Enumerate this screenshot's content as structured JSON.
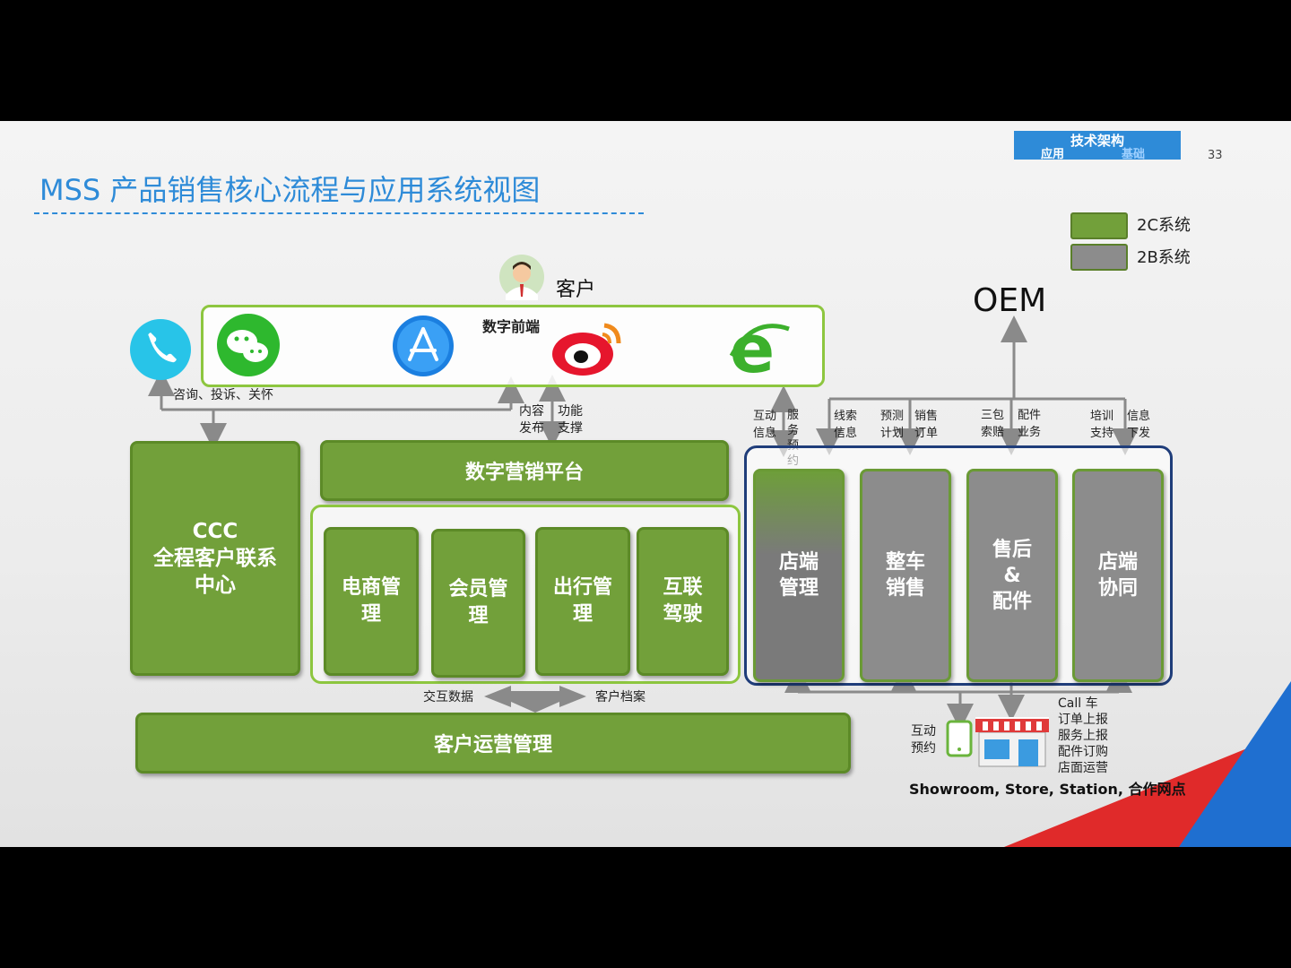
{
  "slide": {
    "title": "MSS 产品销售核心流程与应用系统视图",
    "page_number": "33",
    "tag_title": "技术架构",
    "tag_left": "应用",
    "tag_right": "基础"
  },
  "legend": [
    {
      "label": "2C系统",
      "color": "#72a03a"
    },
    {
      "label": "2B系统",
      "color": "#8c8c8c"
    }
  ],
  "customer": {
    "label": "客户"
  },
  "digital_front": {
    "label": "数字前端",
    "icons": [
      "phone-icon",
      "wechat-icon",
      "app-store-icon",
      "weibo-icon",
      "ie-browser-icon"
    ]
  },
  "oem": {
    "label": "OEM"
  },
  "flows": {
    "consult": "咨询、投诉、关怀",
    "content_publish": "内容\n发布",
    "function_support": "功能\n支撑",
    "interact_info": "互动\n信息",
    "service_booking": "服\n务\n预\n约",
    "lead_info": "线索\n信息",
    "forecast_plan": "预测\n计划",
    "sales_order": "销售\n订单",
    "warranty_claim": "三包\n索赔",
    "parts_business": "配件\n业务",
    "training_support": "培训\n支持",
    "info_issue": "信息\n下发",
    "data_exchange": "交互数据",
    "customer_file": "客户档案",
    "interact_booking": "互动\n预约",
    "store_reports": "Call 车\n订单上报\n服务上报\n配件订购\n店面运营"
  },
  "boxes": {
    "ccc": "CCC\n全程客户联系\n中心",
    "marketing_platform": "数字营销平台",
    "ecommerce": "电商管\n理",
    "member": "会员管\n理",
    "mobility": "出行管\n理",
    "connected_driving": "互联\n驾驶",
    "customer_ops": "客户运营管理",
    "store_mgmt": "店端\n管理",
    "vehicle_sales": "整车\n销售",
    "aftersales": "售后\n&\n配件",
    "store_collab": "店端\n协同"
  },
  "dealer": {
    "label": "Showroom, Store, Station, 合作网点"
  }
}
